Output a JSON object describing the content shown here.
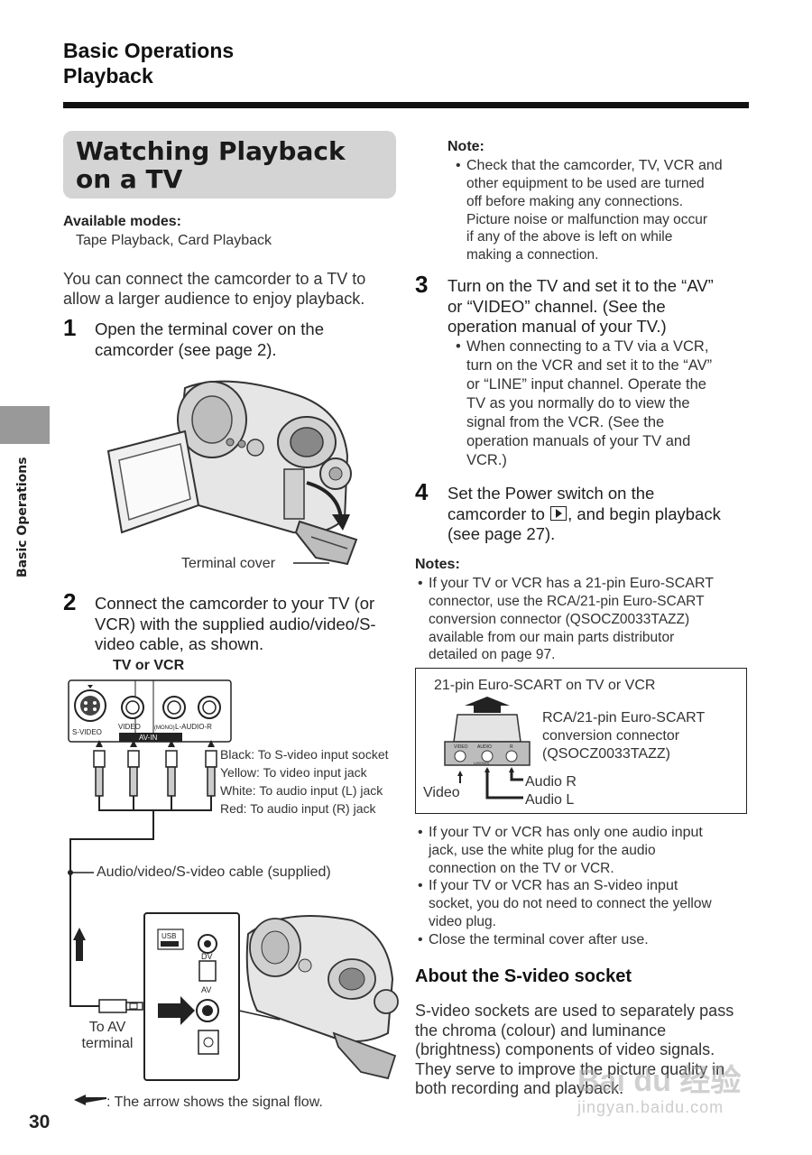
{
  "header": {
    "line1": "Basic Operations",
    "line2": "Playback"
  },
  "title": {
    "line1": "Watching Playback",
    "line2": "on a TV"
  },
  "side_tab_label": "Basic Operations",
  "page_number": "30",
  "available_modes": {
    "label": "Available modes:",
    "value": "Tape Playback, Card Playback"
  },
  "intro": {
    "line1": "You can connect the camcorder to a TV to",
    "line2": "allow a larger audience to enjoy playback."
  },
  "steps": {
    "s1": {
      "num": "1",
      "line1": "Open the terminal cover on the",
      "line2": "camcorder (see page 2)."
    },
    "s2": {
      "num": "2",
      "line1": "Connect the camcorder to your TV (or",
      "line2": "VCR) with the supplied audio/video/S-",
      "line3": "video cable, as shown."
    },
    "s3": {
      "num": "3",
      "line1": "Turn on the TV and set it to the “AV”",
      "line2": "or “VIDEO” channel. (See the",
      "line3": "operation manual of your TV.)"
    },
    "s4": {
      "num": "4",
      "line1": "Set the Power switch on the",
      "line2a": "camcorder to",
      "line2b": ", and begin playback",
      "line3": "(see page 27)."
    }
  },
  "step3_bullet": [
    "When connecting to a TV via a VCR,",
    "turn on the VCR and set it to the “AV”",
    "or “LINE” input channel. Operate the",
    "TV as you normally do to view the",
    "signal from the VCR. (See the",
    "operation manuals of your TV and",
    "VCR.)"
  ],
  "note": {
    "label": "Note:",
    "lines": [
      "Check that the camcorder, TV, VCR and",
      "other equipment to be used are turned",
      "off before making any connections.",
      "Picture noise or malfunction may occur",
      "if any of the above is left on while",
      "making a connection."
    ]
  },
  "fig1": {
    "terminal_cover": "Terminal cover"
  },
  "fig2": {
    "tv_label": "TV or VCR",
    "svideo": "S-VIDEO",
    "video": "VIDEO",
    "mono": "(MONO)",
    "audio": "L-AUDIO-R",
    "avin": "AV-IN",
    "legend": [
      "Black: To S-video input socket",
      "Yellow: To video input jack",
      "White: To audio input (L) jack",
      "Red: To audio input (R) jack"
    ],
    "cable": "Audio/video/S-video cable (supplied)",
    "to_av1": "To AV",
    "to_av2": "terminal",
    "usb": "USB",
    "dv": "DV",
    "av": "AV",
    "arrow_note": ": The arrow shows the signal flow."
  },
  "notes": {
    "label": "Notes:",
    "b1": [
      "If your TV or VCR has a 21-pin Euro-SCART",
      "connector, use the RCA/21-pin Euro-SCART",
      "conversion connector (QSOCZ0033TAZZ)",
      "available from our main parts distributor",
      "detailed on page 97."
    ],
    "b2": [
      "If your TV or VCR has only one audio input",
      "jack, use the white plug for the audio",
      "connection on the TV or VCR."
    ],
    "b3": [
      "If your TV or VCR has an S-video input",
      "socket, you do not need to connect the yellow",
      "video plug."
    ],
    "b4": [
      "Close the terminal cover after use."
    ]
  },
  "scart": {
    "top": "21-pin Euro-SCART on TV or VCR",
    "conv1": "RCA/21-pin Euro-SCART",
    "conv2": "conversion connector",
    "conv3": "(QSOCZ0033TAZZ)",
    "video": "Video",
    "audio_r": "Audio R",
    "audio_l": "Audio L",
    "jack_video": "VIDEO",
    "jack_audio": "AUDIO",
    "jack_mono": "L(MONO)",
    "jack_r": "R"
  },
  "svideo_section": {
    "heading": "About the S-video socket",
    "lines": [
      "S-video sockets are used to separately pass",
      "the chroma (colour) and luminance",
      "(brightness) components of video signals.",
      "They serve to improve the picture quality in",
      "both recording and playback."
    ]
  },
  "watermark": {
    "text": "Bai du 经验",
    "url": "jingyan.baidu.com"
  }
}
